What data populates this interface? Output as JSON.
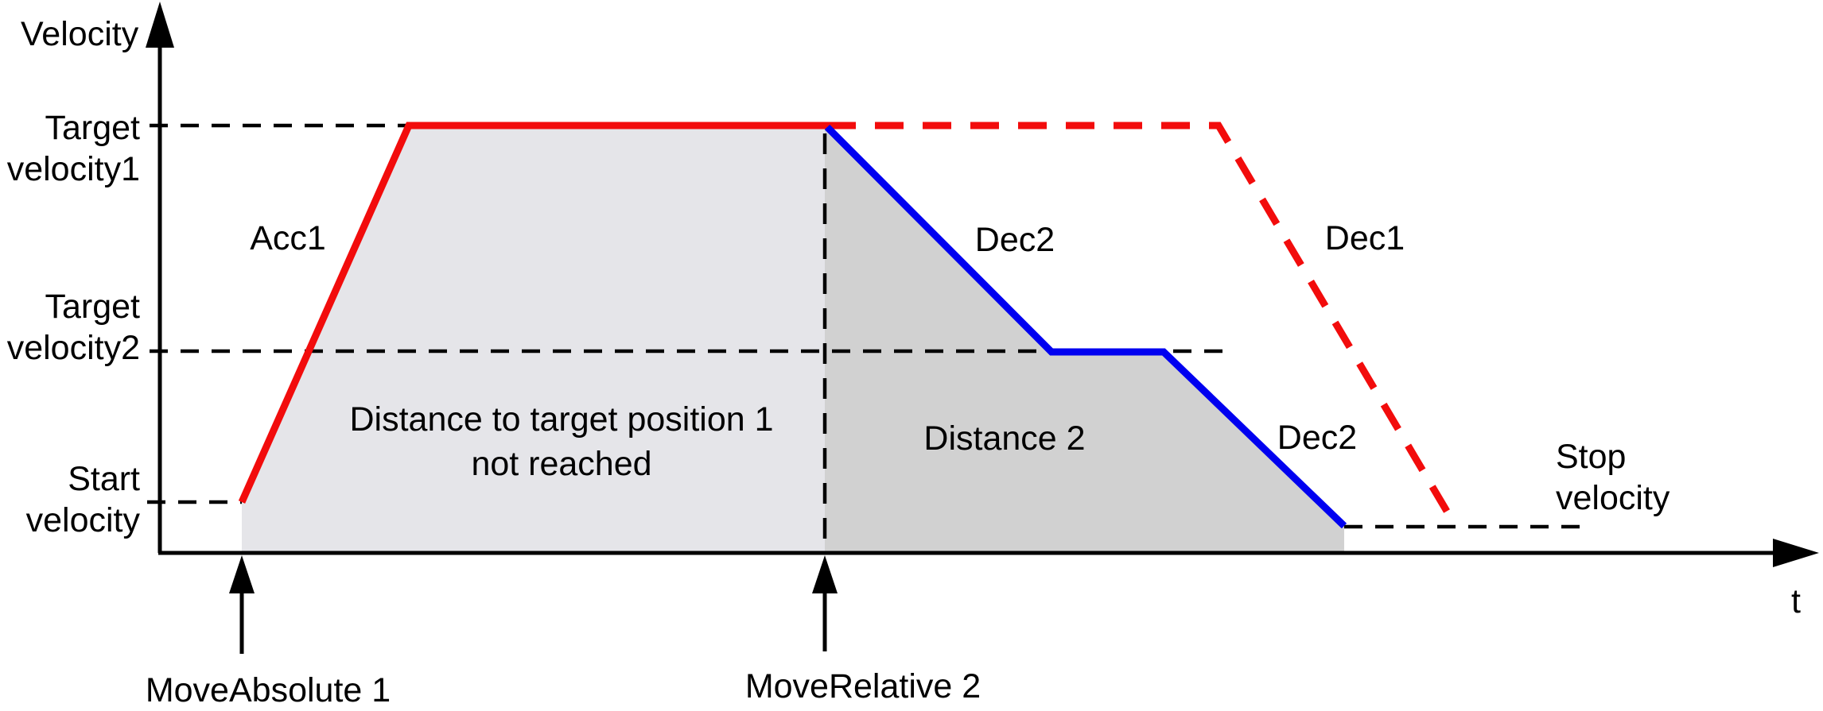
{
  "labels": {
    "y_axis": "Velocity",
    "x_axis": "t",
    "target_velocity1_line1": "Target",
    "target_velocity1_line2": "velocity1",
    "target_velocity2_line1": "Target",
    "target_velocity2_line2": "velocity2",
    "start_velocity_line1": "Start",
    "start_velocity_line2": "velocity",
    "stop_velocity_line1": "Stop",
    "stop_velocity_line2": "velocity",
    "acc1": "Acc1",
    "dec2_upper": "Dec2",
    "dec1": "Dec1",
    "dec2_lower": "Dec2",
    "distance_note_line1": "Distance to target position 1",
    "distance_note_line2": "not reached",
    "distance2": "Distance 2",
    "event1": "MoveAbsolute 1",
    "event2": "MoveRelative 2"
  },
  "colors": {
    "red_curve": "#f20c0c",
    "blue_curve": "#0000f0",
    "area_light": "#e5e5e9",
    "area_dark": "#d1d1d1",
    "line_black": "#000000"
  },
  "chart_data": {
    "type": "line",
    "title": "Velocity profile: MoveAbsolute 1 interrupted by MoveRelative 2",
    "xlabel": "t",
    "ylabel": "Velocity",
    "y_levels": [
      "Target velocity1",
      "Target velocity2",
      "Start velocity",
      "Stop velocity"
    ],
    "events": [
      "MoveAbsolute 1",
      "MoveRelative 2"
    ],
    "series": [
      {
        "name": "MoveAbsolute 1 path (red)",
        "style": "solid then dashed after MoveRelative 2",
        "phases": [
          "Acc1 from Start velocity to Target velocity1",
          "constant at Target velocity1",
          "dashed continuation at Target velocity1",
          "Dec1 down to Stop velocity (not executed)"
        ]
      },
      {
        "name": "MoveRelative 2 path (blue)",
        "style": "solid",
        "phases": [
          "Dec2 from Target velocity1 to Target velocity2",
          "constant at Target velocity2",
          "Dec2 from Target velocity2 to Stop velocity"
        ]
      }
    ],
    "areas": [
      "Distance to target position 1 not reached",
      "Distance 2"
    ]
  }
}
